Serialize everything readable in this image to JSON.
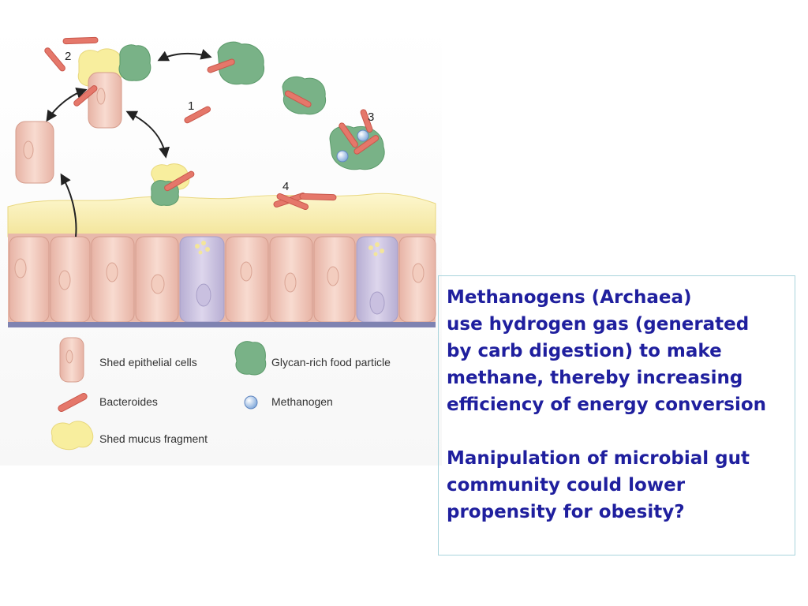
{
  "diagram": {
    "step_labels": [
      "1",
      "2",
      "3",
      "4"
    ],
    "legend": {
      "shed_epithelial_cells": "Shed epithelial cells",
      "glycan_rich_food_particle": "Glycan-rich food particle",
      "bacteroides": "Bacteroides",
      "methanogen": "Methanogen",
      "shed_mucus_fragment": "Shed mucus fragment"
    },
    "colors": {
      "epithelium": "#f1c9bc",
      "mucus": "#f6eca6",
      "food_particle": "#79b287",
      "bacteroides": "#e5776a",
      "methanogen": "#9cc0e8",
      "goblet_cell": "#cbc2dd",
      "basement": "#7f83b1"
    }
  },
  "text_box": {
    "paragraph1": [
      "Methanogens (Archaea)",
      "use hydrogen gas (generated",
      "by carb digestion) to make",
      "methane, thereby increasing",
      "efficiency of energy conversion"
    ],
    "paragraph2": [
      "Manipulation of microbial gut",
      "community could lower",
      "propensity for obesity?"
    ],
    "text_color": "#1f1f9e",
    "border_color": "#a9d4dc"
  }
}
